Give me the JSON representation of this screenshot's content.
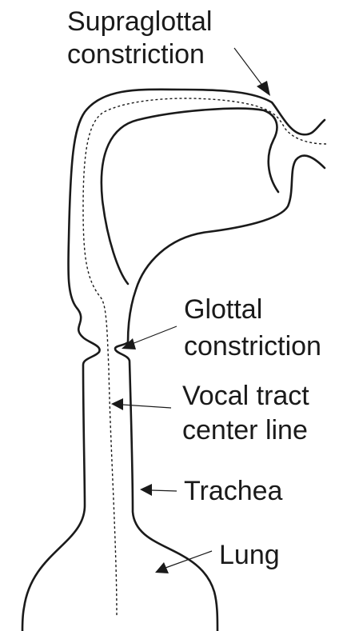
{
  "labels": {
    "supraglottal_line1": "Supraglottal",
    "supraglottal_line2": "constriction",
    "glottal_line1": "Glottal",
    "glottal_line2": "constriction",
    "centerline_line1": "Vocal tract",
    "centerline_line2": "center line",
    "trachea": "Trachea",
    "lung": "Lung"
  },
  "colors": {
    "ink": "#1a1a1a",
    "background": "#ffffff"
  }
}
